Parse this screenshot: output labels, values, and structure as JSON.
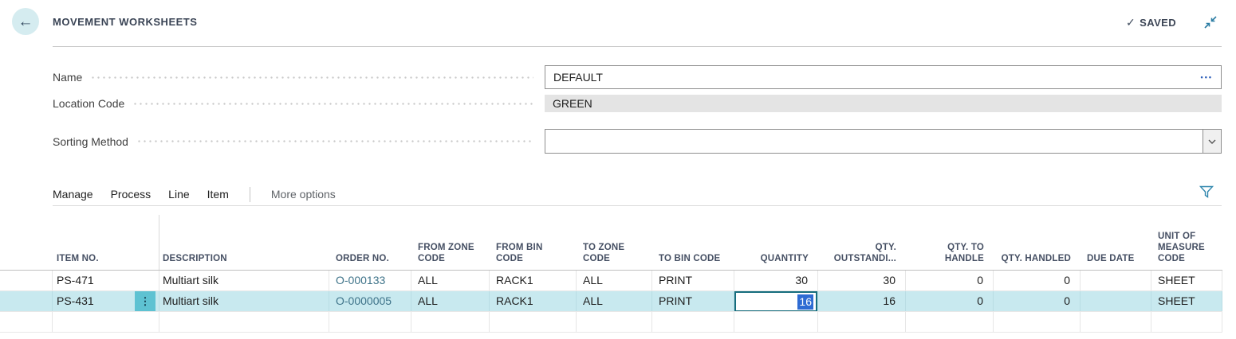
{
  "header": {
    "title": "MOVEMENT WORKSHEETS",
    "saved_label": "SAVED",
    "back_icon": "arrow-left",
    "collapse_icon": "collapse-diagonal-arrows",
    "check_icon": "✓"
  },
  "fields": {
    "name": {
      "label": "Name",
      "value": "DEFAULT",
      "assist_edit": "•••"
    },
    "location_code": {
      "label": "Location Code",
      "value": "GREEN"
    },
    "sorting_method": {
      "label": "Sorting Method",
      "value": ""
    }
  },
  "menu": {
    "items": [
      "Manage",
      "Process",
      "Line",
      "Item"
    ],
    "more_options": "More options",
    "filter_icon": "funnel"
  },
  "table": {
    "columns": [
      {
        "key": "gutter",
        "label": ""
      },
      {
        "key": "item_no",
        "label": "ITEM NO."
      },
      {
        "key": "description",
        "label": "DESCRIPTION"
      },
      {
        "key": "order_no",
        "label": "ORDER NO."
      },
      {
        "key": "from_zone_code",
        "label": "FROM ZONE CODE"
      },
      {
        "key": "from_bin_code",
        "label": "FROM BIN CODE"
      },
      {
        "key": "to_zone_code",
        "label": "TO ZONE CODE"
      },
      {
        "key": "to_bin_code",
        "label": "TO BIN CODE"
      },
      {
        "key": "quantity",
        "label": "QUANTITY"
      },
      {
        "key": "qty_outstanding",
        "label": "QTY. OUTSTANDI..."
      },
      {
        "key": "qty_to_handle",
        "label": "QTY. TO HANDLE"
      },
      {
        "key": "qty_handled",
        "label": "QTY. HANDLED"
      },
      {
        "key": "due_date",
        "label": "DUE DATE"
      },
      {
        "key": "unit_of_measure_code",
        "label": "UNIT OF MEASURE CODE"
      }
    ],
    "rows": [
      {
        "item_no": "PS-471",
        "description": "Multiart silk",
        "order_no": "O-000133",
        "from_zone": "ALL",
        "from_bin": "RACK1",
        "to_zone": "ALL",
        "to_bin": "PRINT",
        "quantity": "30",
        "qty_outstanding": "30",
        "qty_to_handle": "0",
        "qty_handled": "0",
        "due_date": "",
        "uom": "SHEET"
      },
      {
        "item_no": "PS-431",
        "description": "Multiart silk",
        "order_no": "O-0000005",
        "from_zone": "ALL",
        "from_bin": "RACK1",
        "to_zone": "ALL",
        "to_bin": "PRINT",
        "quantity": "16",
        "qty_outstanding": "16",
        "qty_to_handle": "0",
        "qty_handled": "0",
        "due_date": "",
        "uom": "SHEET"
      },
      {
        "item_no": "",
        "description": "",
        "order_no": "",
        "from_zone": "",
        "from_bin": "",
        "to_zone": "",
        "to_bin": "",
        "quantity": "",
        "qty_outstanding": "",
        "qty_to_handle": "",
        "qty_handled": "",
        "due_date": "",
        "uom": ""
      }
    ],
    "selected_row_index": 1,
    "editing": {
      "row": 1,
      "column": "quantity",
      "value": "16"
    },
    "row_menu_icon": "⋮"
  },
  "colors": {
    "selected_row_bg": "#c8e9ef",
    "row_menu_bg": "#5ec2d2",
    "edit_cell_border": "#156d7d",
    "text_selection_bg": "#2e6bd3",
    "link": "#3e7389",
    "accent_icon": "#2a7ca3",
    "readonly_field_bg": "#e4e4e4",
    "back_circle_bg": "#d5ecf0"
  }
}
